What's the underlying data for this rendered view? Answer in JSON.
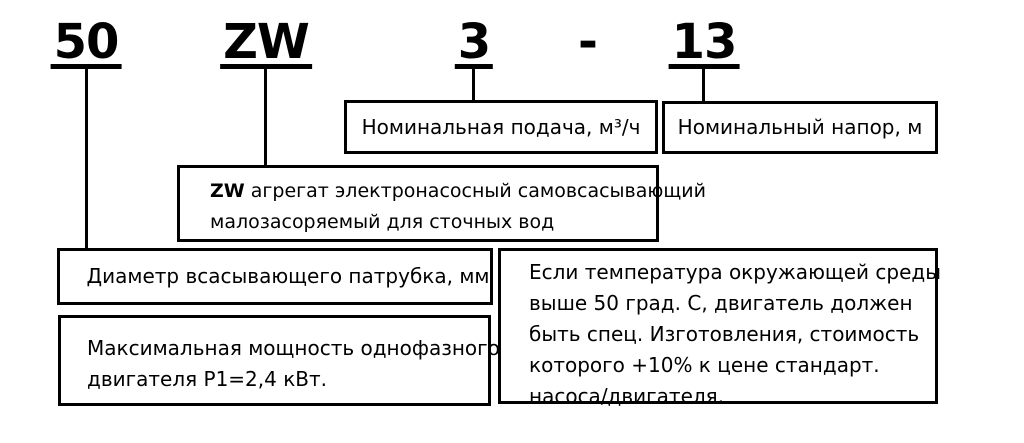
{
  "page": {
    "background_color": "#ffffff",
    "ink_color": "#000000"
  },
  "model_code": {
    "separator": "-",
    "parts": [
      "50",
      "ZW",
      "3",
      "13"
    ]
  },
  "callouts": {
    "flow": {
      "text": "Номинальная подача, м³/ч"
    },
    "head": {
      "text": "Номинальный напор, м"
    },
    "series": {
      "code": "ZW",
      "lines": [
        " агрегат электронасосный самовсасывающий",
        "малозасоряемый для сточных вод"
      ]
    },
    "diameter": {
      "text": "Диаметр всасывающего патрубка, мм"
    },
    "power": {
      "lines": [
        "Максимальная мощность однофазного",
        "двигателя Р1=2,4 кВт."
      ]
    },
    "temperature": {
      "lines": [
        "Если температура окружающей среды",
        "выше 50 град. С, двигатель должен",
        "быть спец. Изготовления, стоимость",
        "которого +10% к цене стандарт.",
        "насоса/двигателя."
      ]
    }
  }
}
